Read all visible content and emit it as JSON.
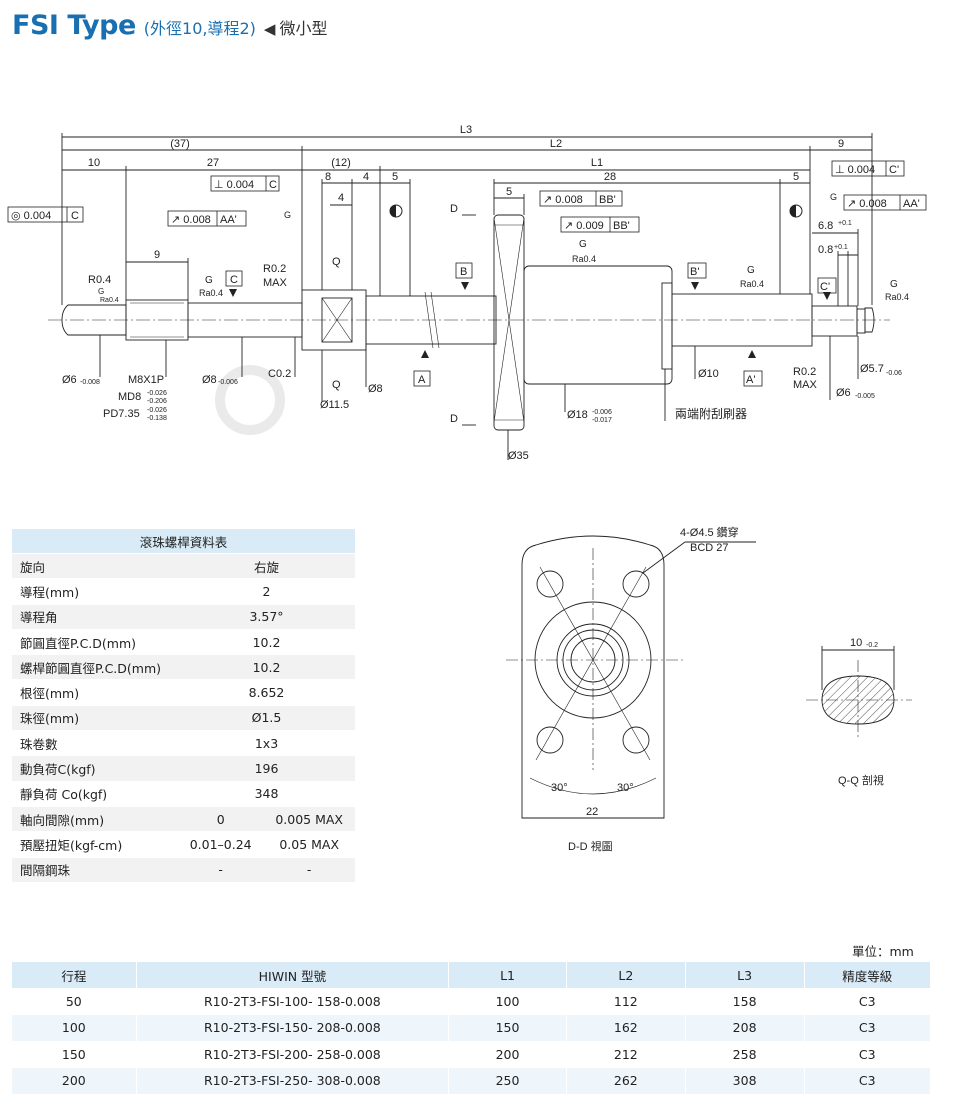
{
  "header": {
    "title": "FSI Type",
    "subtitle": "(外徑10,導程2)",
    "triangle": "◀",
    "tag": "微小型"
  },
  "drawing": {
    "dims": {
      "L3": "L3",
      "p37": "(37)",
      "L2": "L2",
      "d9": "9",
      "d10": "10",
      "d27": "27",
      "p12": "(12)",
      "L1": "L1",
      "d8": "8",
      "d4a": "4",
      "d5a": "5",
      "d4b": "4",
      "d28": "28",
      "d5b": "5",
      "d5c": "5",
      "d9b": "9"
    },
    "tolerances": {
      "conc": "◎ 0.004",
      "concRef": "C",
      "perpA": "⊥ 0.004",
      "perpARef": "C",
      "runAA": "↗ 0.008",
      "runAARef": "AA'",
      "runBB1": "↗ 0.008",
      "runBB1Ref": "BB'",
      "runBB2": "↗ 0.009",
      "runBB2Ref": "BB'",
      "perpC": "⊥ 0.004",
      "perpCRef": "C'",
      "runAA2": "↗ 0.008",
      "runAA2Ref": "AA'"
    },
    "labels": {
      "r04": "R0.4",
      "g": "G",
      "ra04": "Ra0.4",
      "r02max": "R0.2",
      "max": "MAX",
      "q": "Q",
      "d": "D",
      "B": "B",
      "Bp": "B'",
      "A": "A",
      "Ap": "A'",
      "C": "C",
      "Cp": "C'",
      "phi6": "Ø6",
      "tolPhi6": "-0.008",
      "m8x1p": "M8X1P",
      "md8": "MD8",
      "md8tol1": "-0.026",
      "md8tol2": "-0.206",
      "pd735": "PD7.35",
      "pdtol1": "-0.026",
      "pdtol2": "-0.138",
      "phi8": "Ø8",
      "phi8tol": "-0.006",
      "c02": "C0.2",
      "phi115": "Ø11.5",
      "phi8b": "Ø8",
      "phi18": "Ø18",
      "phi18tol1": "-0.006",
      "phi18tol2": "-0.017",
      "phi35": "Ø35",
      "wiper": "兩端附刮刷器",
      "phi10": "Ø10",
      "r02b": "R0.2",
      "maxb": "MAX",
      "phi57": "Ø5.7",
      "phi57tol": "-0.06",
      "phi6b": "Ø6",
      "phi6btol": "-0.005",
      "d68": "6.8",
      "d68tol": "+0.1",
      "d08": "0.8",
      "d08tol": "+0.1",
      "zero": "0"
    },
    "ddview": {
      "holes": "4-Ø4.5 鑽穿",
      "bcd": "BCD 27",
      "a30a": "30°",
      "a30b": "30°",
      "w22": "22",
      "caption": "D-D 視圖"
    },
    "qqview": {
      "w10": "10",
      "w10tol": "-0.2",
      "caption": "Q-Q 剖視"
    }
  },
  "spec": {
    "title": "滾珠螺桿資料表",
    "rows": [
      {
        "label": "旋向",
        "v1": "右旋"
      },
      {
        "label": "導程(mm)",
        "v1": "2"
      },
      {
        "label": "導程角",
        "v1": "3.57°"
      },
      {
        "label": "節圓直徑P.C.D(mm)",
        "v1": "10.2"
      },
      {
        "label": "螺桿節圓直徑P.C.D(mm)",
        "v1": "10.2"
      },
      {
        "label": "根徑(mm)",
        "v1": "8.652"
      },
      {
        "label": "珠徑(mm)",
        "v1": "Ø1.5"
      },
      {
        "label": "珠卷數",
        "v1": "1x3"
      },
      {
        "label": "動負荷C(kgf)",
        "v1": "196"
      },
      {
        "label": "靜負荷 Co(kgf)",
        "v1": "348"
      }
    ],
    "split_rows": [
      {
        "label": "軸向間隙(mm)",
        "a": "0",
        "b": "0.005 MAX"
      },
      {
        "label": "預壓扭矩(kgf-cm)",
        "a": "0.01–0.24",
        "b": "0.05 MAX"
      },
      {
        "label": "間隔鋼珠",
        "a": "-",
        "b": "-"
      }
    ]
  },
  "models": {
    "unit": "單位：mm",
    "headers": [
      "行程",
      "HIWIN 型號",
      "L1",
      "L2",
      "L3",
      "精度等級"
    ],
    "rows": [
      [
        "50",
        "R10-2T3-FSI-100- 158-0.008",
        "100",
        "112",
        "158",
        "C3"
      ],
      [
        "100",
        "R10-2T3-FSI-150- 208-0.008",
        "150",
        "162",
        "208",
        "C3"
      ],
      [
        "150",
        "R10-2T3-FSI-200- 258-0.008",
        "200",
        "212",
        "258",
        "C3"
      ],
      [
        "200",
        "R10-2T3-FSI-250- 308-0.008",
        "250",
        "262",
        "308",
        "C3"
      ]
    ]
  },
  "colors": {
    "accent": "#1a6fb0",
    "header_bg": "#d9ebf7"
  }
}
